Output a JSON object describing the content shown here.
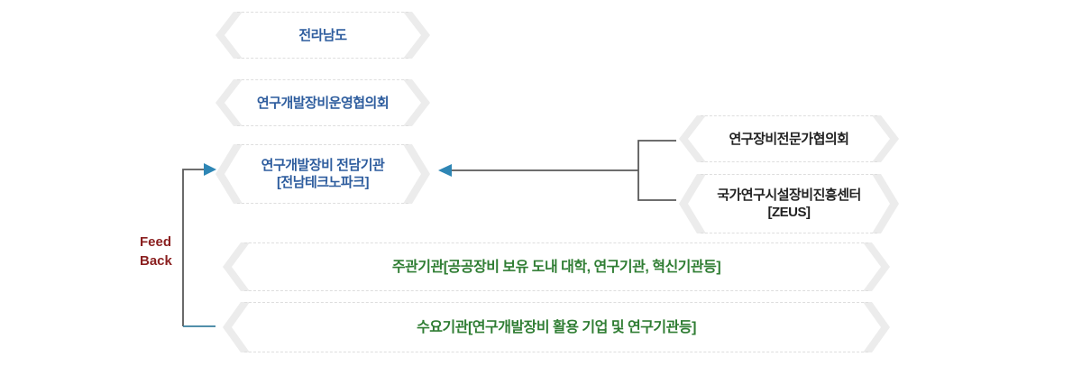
{
  "nodes": {
    "jeonnam": {
      "label": "전라남도"
    },
    "operation_council": {
      "label": "연구개발장비운영협의회"
    },
    "dedicated_agency": {
      "line1": "연구개발장비 전담기관",
      "line2": "[전남테크노파크]"
    },
    "expert_council": {
      "label": "연구장비전문가협의회"
    },
    "zeus_center": {
      "line1": "국가연구시설장비진흥센터",
      "line2": "[ZEUS]"
    },
    "host_org": {
      "label": "주관기관[공공장비 보유 도내 대학, 연구기관, 혁신기관등]"
    },
    "demand_org": {
      "label": "수요기관[연구개발장비 활용 기업 및 연구기관등]"
    }
  },
  "feedback_label": {
    "line1": "Feed",
    "line2": "Back"
  },
  "colors": {
    "blue_text": "#2e5d9e",
    "green_text": "#2f7d33",
    "dark_text": "#222222",
    "maroon_text": "#8a1f1f",
    "chevron_fill": "#ececec",
    "dashed_border": "#dedede",
    "line_dark": "#5a5a5a",
    "line_teal": "#3a7f9e",
    "arrow_teal": "#2e86b5"
  }
}
